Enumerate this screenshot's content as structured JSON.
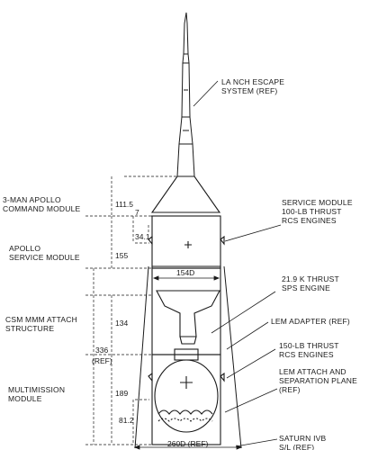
{
  "labels": {
    "launch_escape_1": "LA NCH ESCAPE",
    "launch_escape_2": "SYSTEM (REF)",
    "command_module_1": "3-MAN APOLLO",
    "command_module_2": "COMMAND MODULE",
    "service_module_1": "APOLLO",
    "service_module_2": "SERVICE MODULE",
    "csm_attach_1": "CSM MMM ATTACH",
    "csm_attach_2": "STRUCTURE",
    "multimission_1": "MULTIMISSION",
    "multimission_2": "MODULE",
    "rcs_100_1": "SERVICE MODULE",
    "rcs_100_2": "100-LB THRUST",
    "rcs_100_3": "RCS ENGINES",
    "sps_1": "21.9 K THRUST",
    "sps_2": "SPS ENGINE",
    "lem_adapter": "LEM ADAPTER (REF)",
    "rcs_150_1": "150-LB THRUST",
    "rcs_150_2": "RCS ENGINES",
    "lem_attach_1": "LEM ATTACH AND",
    "lem_attach_2": "SEPARATION PLANE",
    "lem_attach_3": "(REF)",
    "saturn_1": "SATURN IVB",
    "saturn_2": "S/L (REF)"
  },
  "dimensions": {
    "d_111_5": "111.5",
    "d_7": "7",
    "d_34_1": "34.1",
    "d_155": "155",
    "d_154d": "154D",
    "d_134": "134",
    "d_336": "336",
    "d_ref": "(REF)",
    "d_189": "189",
    "d_81_2": "81.2",
    "d_260d": "260D (REF)"
  }
}
